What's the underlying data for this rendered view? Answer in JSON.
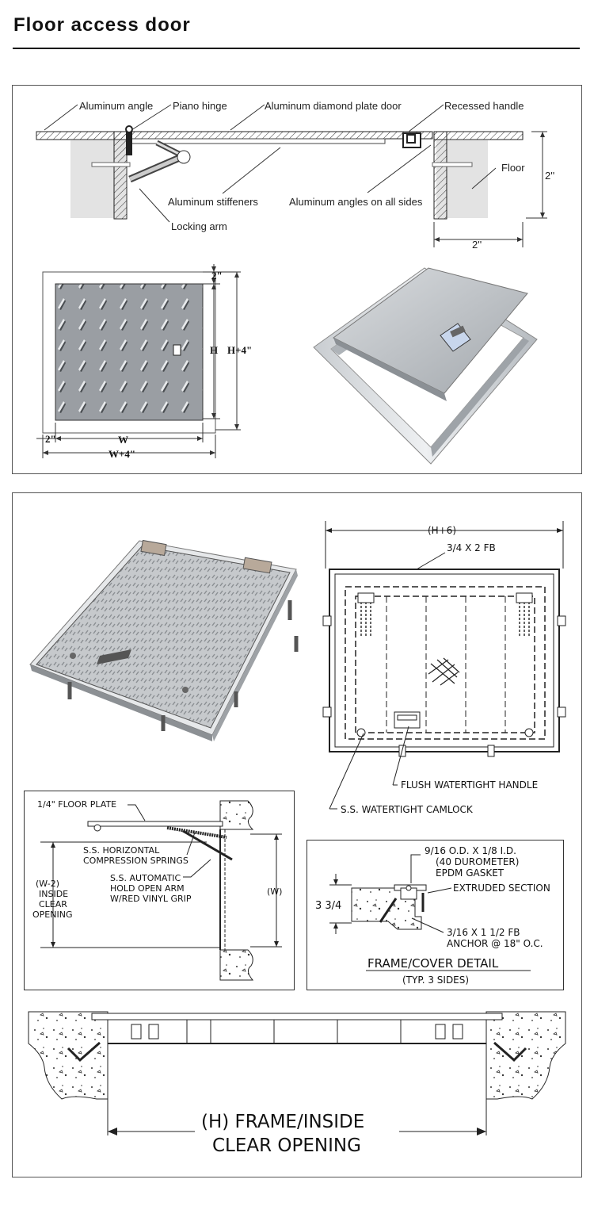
{
  "page": {
    "title": "Floor access door"
  },
  "section_top": {
    "labels": {
      "aluminum_angle": "Aluminum angle",
      "piano_hinge": "Piano hinge",
      "diamond_plate_door": "Aluminum diamond plate door",
      "recessed_handle": "Recessed handle",
      "floor": "Floor",
      "stiffeners": "Aluminum stiffeners",
      "angles_all_sides": "Aluminum angles on all sides",
      "locking_arm": "Locking arm",
      "dim_2_vertical": "2''",
      "dim_2_horizontal": "2''"
    },
    "plan": {
      "dim_top": "2\"",
      "dim_h": "H",
      "dim_h4": "H+4\"",
      "dim_left": "2\"",
      "dim_w": "W",
      "dim_w4": "W+4\""
    }
  },
  "section_bottom": {
    "top_view": {
      "dim_h6": "(H+6)",
      "fb": "3/4 X 2 FB",
      "flush_handle": "FLUSH WATERTIGHT HANDLE",
      "camlock": "S.S. WATERTIGHT CAMLOCK"
    },
    "side_detail": {
      "floor_plate": "1/4\" FLOOR PLATE",
      "springs_1": "S.S. HORIZONTAL",
      "springs_2": "COMPRESSION SPRINGS",
      "arm_1": "S.S. AUTOMATIC",
      "arm_2": "HOLD OPEN ARM",
      "arm_3": "W/RED VINYL GRIP",
      "inside_1": "(W-2)",
      "inside_2": "INSIDE",
      "inside_3": "CLEAR",
      "inside_4": "OPENING",
      "dim_w": "(W)"
    },
    "frame_detail": {
      "gasket_1": "9/16 O.D. X 1/8 I.D.",
      "gasket_2": "(40 DUROMETER)",
      "gasket_3": "EPDM GASKET",
      "extruded": "EXTRUDED SECTION",
      "dim": "3 3/4",
      "anchor_1": "3/16 X 1 1/2 FB",
      "anchor_2": "ANCHOR @ 18\" O.C.",
      "title": "FRAME/COVER DETAIL",
      "subtitle": "(TYP. 3 SIDES)"
    },
    "section_view": {
      "caption_1": "(H) FRAME/INSIDE",
      "caption_2": "CLEAR OPENING"
    }
  }
}
